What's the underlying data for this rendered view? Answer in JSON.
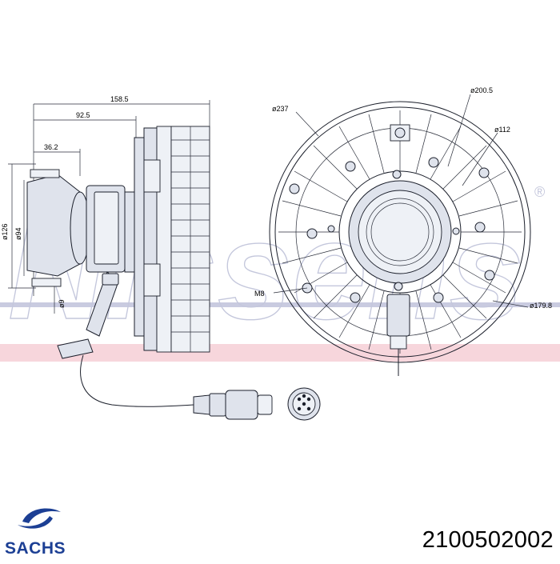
{
  "drawing": {
    "dimensions_side": [
      "158.5",
      "92.5",
      "36.2",
      "ø126",
      "ø94",
      "ø9"
    ],
    "dimensions_front": [
      "ø237",
      "ø200.5",
      "ø112",
      "M8",
      "ø179.8"
    ]
  },
  "watermark": {
    "text": "Nissens",
    "mark": "®"
  },
  "brand": {
    "name": "SACHS",
    "color": "#1c3f94"
  },
  "part_number": "2100502002",
  "colors": {
    "stripe": "#f7d6dc",
    "stripe_line": "#7c7fa0",
    "line": "#1b1f2b"
  }
}
